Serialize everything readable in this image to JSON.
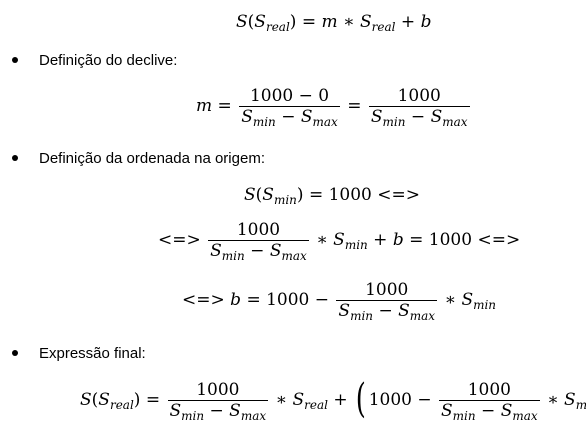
{
  "bullets": {
    "slope": "Definição do declive:",
    "intercept": "Definição da ordenada na origem:",
    "final": "Expressão final:"
  },
  "math": {
    "S": "S",
    "m": "m",
    "b": "b",
    "sub_real": "real",
    "sub_min": "min",
    "sub_max": "max",
    "num_1000": "1000",
    "num_1000_minus_0": "1000 − 0",
    "val_1000": "1000",
    "equals": "=",
    "plus": "+",
    "minus": "−",
    "times": "∗",
    "iff": "<=>"
  }
}
